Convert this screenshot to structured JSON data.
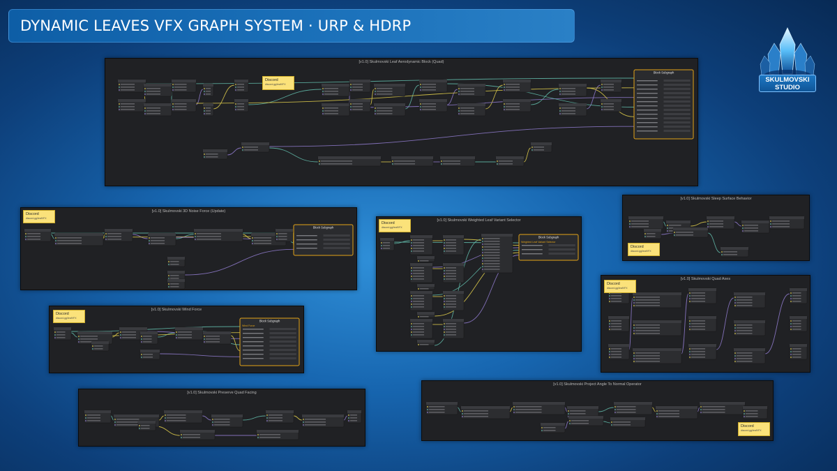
{
  "header": {
    "title": "DYNAMIC LEAVES VFX GRAPH SYSTEM · URP & HDRP"
  },
  "logo": {
    "line1": "SKULMOVSKI",
    "line2": "STUDIO"
  },
  "colors": {
    "yellow_wire": "#d9c84a",
    "teal_wire": "#5fb5a5",
    "purple_wire": "#8d79c9",
    "sticky": "#fbe27a",
    "subgraph_border": "#e4a417"
  },
  "graphs": [
    {
      "id": "aero",
      "title": "[v1.0] Skulmovski Leaf Aerodynamic Block (Quad)",
      "subgraph": "Block Subgraph",
      "sticky": {
        "heading": "Discord",
        "body": "discord.gg/leafVFX"
      }
    },
    {
      "id": "noise",
      "title": "[v1.0] Skulmovski 3D Noise Force (Update)",
      "subgraph": "Block Subgraph",
      "sticky": {
        "heading": "Discord",
        "body": "discord.gg/leafVFX"
      }
    },
    {
      "id": "wind",
      "title": "[v1.0] Skulmovski Wind Force",
      "subgraph": "Block Subgraph",
      "subgraph_sub": "Wind Force",
      "sticky": {
        "heading": "Discord",
        "body": "discord.gg/leafVFX"
      }
    },
    {
      "id": "quadfacing",
      "title": "[v1.0] Skulmovski Preserve Quad Facing"
    },
    {
      "id": "variant",
      "title": "[v1.0] Skulmovski Weighted Leaf Variant Selector",
      "subgraph": "Block Subgraph",
      "subgraph_sub": "Weighted Leaf Variant Selector",
      "sticky": {
        "heading": "Discord",
        "body": "discord.gg/leafVFX"
      }
    },
    {
      "id": "sleep",
      "title": "[v1.0] Skulmovski Sleep Surface Behavior",
      "sticky": {
        "heading": "Discord",
        "body": "discord.gg/leafVFX"
      }
    },
    {
      "id": "quadaxes",
      "title": "[v1.0] Skulmovski Quad Axes",
      "sticky": {
        "heading": "Discord",
        "body": "discord.gg/leafVFX"
      }
    },
    {
      "id": "projectangle",
      "title": "[v1.0] Skulmovski Project Angle To Normal Operator",
      "sticky": {
        "heading": "Discord",
        "body": "discord.gg/leafVFX"
      }
    }
  ]
}
